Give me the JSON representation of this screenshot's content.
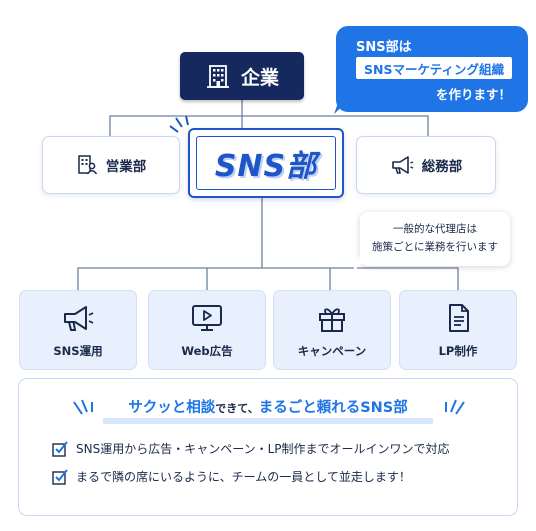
{
  "company": {
    "label": "企業",
    "icon": "building-icon"
  },
  "bubble": {
    "line1": "SNS部は",
    "line2": "SNSマーケティング組織",
    "line3": "を作ります！",
    "color": "#1f74e6"
  },
  "departments": {
    "sales": {
      "label": "営業部",
      "icon": "person-building-icon"
    },
    "sns_logo": "SNS部",
    "general": {
      "label": "総務部",
      "icon": "megaphone-icon"
    }
  },
  "agency_note": {
    "line1": "一般的な代理店は",
    "line2": "施策ごとに業務を行います"
  },
  "services": [
    {
      "label": "SNS運用",
      "icon": "megaphone-icon"
    },
    {
      "label": "Web広告",
      "icon": "monitor-play-icon"
    },
    {
      "label": "キャンペーン",
      "icon": "gift-icon"
    },
    {
      "label": "LP制作",
      "icon": "document-icon"
    }
  ],
  "summary": {
    "headline_part1": "サクッと相談",
    "headline_part2": "できて、",
    "headline_part3": "まるごと頼れる",
    "headline_part4": "SNS部",
    "items": [
      "SNS運用から広告・キャンペーン・LP制作までオールインワンで対応",
      "まるで隣の席にいるように、チームの一員として並走します！"
    ]
  },
  "colors": {
    "navy": "#15295e",
    "blue": "#1f56c7",
    "accent": "#1f74e6",
    "card_bg": "#e7f0fc"
  }
}
